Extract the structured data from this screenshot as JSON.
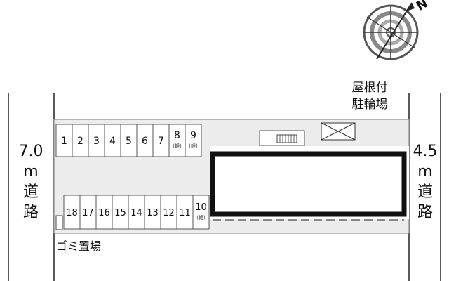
{
  "compass": {
    "north_label": "N",
    "icon": "compass-rose-icon"
  },
  "left_road": {
    "width": "7.0",
    "unit": "m",
    "name": "道路"
  },
  "right_road": {
    "width": "4.5",
    "unit": "m",
    "name": "道路"
  },
  "bike_parking": {
    "line1": "屋根付",
    "line2": "駐輪場"
  },
  "garbage": {
    "label": "ゴミ置場"
  },
  "top_row_spaces": [
    {
      "number": "1",
      "note": ""
    },
    {
      "number": "2",
      "note": ""
    },
    {
      "number": "3",
      "note": ""
    },
    {
      "number": "4",
      "note": ""
    },
    {
      "number": "5",
      "note": ""
    },
    {
      "number": "6",
      "note": ""
    },
    {
      "number": "7",
      "note": ""
    },
    {
      "number": "8",
      "note": "(軽)"
    },
    {
      "number": "9",
      "note": "(軽)"
    }
  ],
  "bottom_row_spaces": [
    {
      "number": "18",
      "note": ""
    },
    {
      "number": "17",
      "note": ""
    },
    {
      "number": "16",
      "note": ""
    },
    {
      "number": "15",
      "note": ""
    },
    {
      "number": "14",
      "note": ""
    },
    {
      "number": "13",
      "note": ""
    },
    {
      "number": "12",
      "note": ""
    },
    {
      "number": "11",
      "note": ""
    },
    {
      "number": "10",
      "note": "(軽)"
    }
  ]
}
